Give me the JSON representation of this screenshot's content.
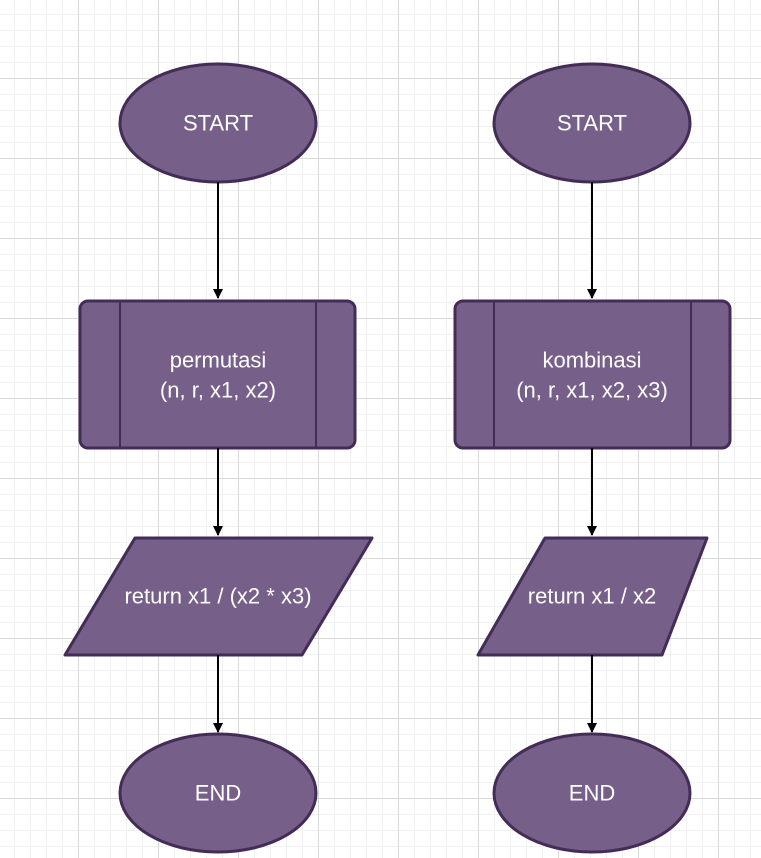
{
  "colors": {
    "node_fill": "#76608a",
    "node_stroke": "#432d57",
    "node_text": "#ffffff",
    "edge": "#000000"
  },
  "flowcharts": [
    {
      "start": "START",
      "process": {
        "line1": "permutasi",
        "line2": "(n, r, x1, x2)"
      },
      "output": "return x1 / (x2 * x3)",
      "end": "END"
    },
    {
      "start": "START",
      "process": {
        "line1": "kombinasi",
        "line2": "(n, r, x1, x2, x3)"
      },
      "output": "return x1 / x2",
      "end": "END"
    }
  ]
}
